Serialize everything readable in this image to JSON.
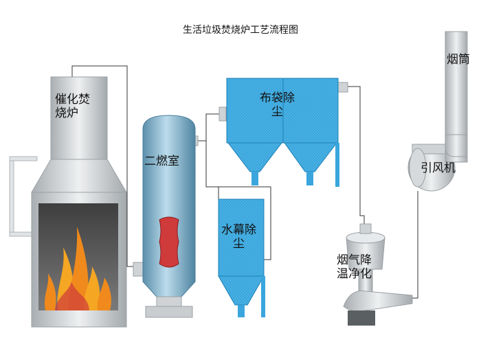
{
  "title": "生活垃圾焚烧炉工艺流程图",
  "components": {
    "incinerator": "催化焚\n烧炉",
    "secondary_chamber": "二燃室",
    "bag_filter": "布袋除\n尘",
    "water_curtain": "水幕除\n尘",
    "flue_cooling": "烟气降\n温净化",
    "induced_fan": "引风机",
    "chimney": "烟筒"
  },
  "colors": {
    "equipment_blue": "#3aa6dd",
    "column_blue": "#7fb5cf",
    "metal_gray": "#c9cdd0",
    "fire_orange": "#f08a1c",
    "fire_red": "#cf3a3a",
    "pipe": "#333333"
  }
}
